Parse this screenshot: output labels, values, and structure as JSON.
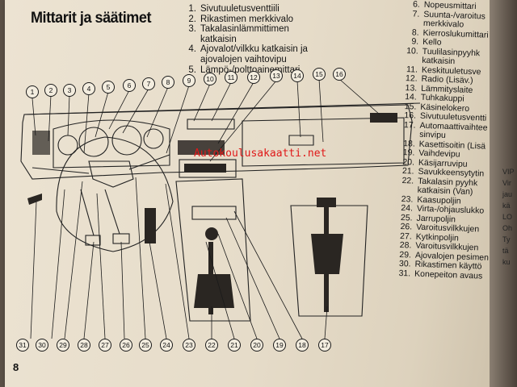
{
  "title": "Mittarit ja säätimet",
  "page_number": "8",
  "watermark": "Autokoulusakaatti.net",
  "legend_a": [
    {
      "n": "1.",
      "text": "Sivutuuletusventtiili"
    },
    {
      "n": "2.",
      "text": "Rikastimen merkkivalo"
    },
    {
      "n": "3.",
      "text": "Takalasinlämmittimen"
    },
    {
      "n": "",
      "text": "katkaisin"
    },
    {
      "n": "4.",
      "text": "Ajovalot/vilkku katkaisin ja"
    },
    {
      "n": "",
      "text": "ajovalojen vaihtovipu"
    },
    {
      "n": "5.",
      "text": "Lämpö-/polttoainemittari"
    }
  ],
  "legend_b": [
    {
      "n": "6.",
      "text": "Nopeusmittari"
    },
    {
      "n": "7.",
      "text": "Suunta-/varoitus"
    },
    {
      "n": "",
      "text": "merkkivalo"
    },
    {
      "n": "8.",
      "text": "Kierroslukumittari"
    },
    {
      "n": "9.",
      "text": "Kello"
    },
    {
      "n": "10.",
      "text": "Tuulilasinpyyhk"
    },
    {
      "n": "",
      "text": "katkaisin"
    },
    {
      "n": "11.",
      "text": "Keskituuletusve"
    },
    {
      "n": "12.",
      "text": "Radio (Lisäv.)"
    },
    {
      "n": "13.",
      "text": "Lämmityslaite"
    },
    {
      "n": "14.",
      "text": "Tuhkakuppi"
    },
    {
      "n": "15.",
      "text": "Käsinelokero"
    },
    {
      "n": "16.",
      "text": "Sivutuuletusventti"
    },
    {
      "n": "17.",
      "text": "Automaattivaihtee"
    },
    {
      "n": "",
      "text": "sinvipu"
    },
    {
      "n": "18.",
      "text": "Kasettisoitin (Lisä"
    },
    {
      "n": "19.",
      "text": "Vaihdevipu"
    },
    {
      "n": "20.",
      "text": "Käsijarruvipu"
    },
    {
      "n": "21.",
      "text": "Savukkeensytytin"
    },
    {
      "n": "22.",
      "text": "Takalasin pyyhk"
    },
    {
      "n": "",
      "text": "katkaisin (Van)"
    },
    {
      "n": "23.",
      "text": "Kaasupoljin"
    },
    {
      "n": "24.",
      "text": "Virta-/ohjauslukko"
    },
    {
      "n": "25.",
      "text": "Jarrupoljin"
    },
    {
      "n": "26.",
      "text": "Varoitusvilkkujen"
    },
    {
      "n": "27.",
      "text": "Kytkinpoljin"
    },
    {
      "n": "28.",
      "text": "Varoitusvilkkujen"
    },
    {
      "n": "29.",
      "text": "Ajovalojen pesimen"
    },
    {
      "n": "30.",
      "text": "Rikastimen käyttö"
    },
    {
      "n": "31.",
      "text": "Konepeiton avaus"
    }
  ],
  "side_text": [
    "VIP",
    "Vir",
    "jau",
    "kä",
    "LO",
    "Oh",
    "Ty",
    "tä",
    "ku"
  ],
  "callouts_top": [
    "1",
    "2",
    "3",
    "4",
    "5",
    "6",
    "7",
    "8",
    "9",
    "10",
    "11",
    "12",
    "13",
    "14",
    "15",
    "16"
  ],
  "callouts_bottom": [
    "31",
    "30",
    "29",
    "28",
    "27",
    "26",
    "25",
    "24",
    "23",
    "22",
    "21",
    "20",
    "19",
    "18",
    "17"
  ]
}
